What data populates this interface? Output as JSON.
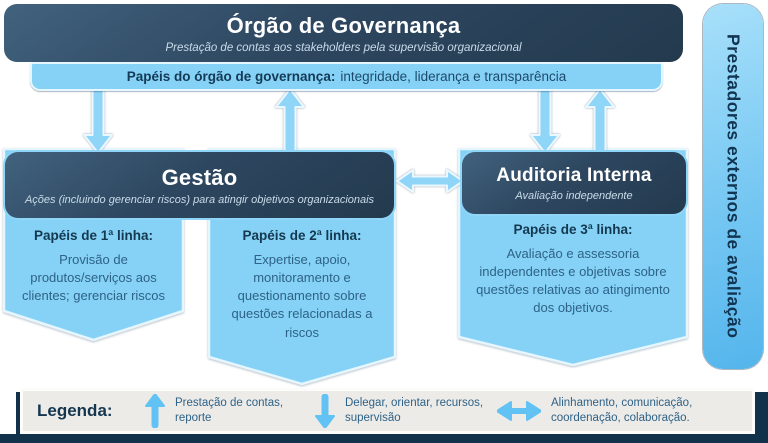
{
  "governance_box": {
    "title": "Órgão de Governança",
    "subtitle": "Prestação de contas aos stakeholders pela supervisão organizacional"
  },
  "governance_roles_banner": {
    "label_bold": "Papéis do órgão de governança:",
    "label_rest": "integridade, liderança e transparência"
  },
  "management_box": {
    "title": "Gestão",
    "subtitle": "Ações (incluindo gerenciar riscos) para atingir objetivos organizacionais"
  },
  "internal_audit_box": {
    "title": "Auditoria Interna",
    "subtitle": "Avaliação independente"
  },
  "line_panels": [
    {
      "heading": "Papéis de 1ª linha:",
      "body": "Provisão de produtos/serviços aos clientes; gerenciar riscos"
    },
    {
      "heading": "Papéis de 2ª linha:",
      "body": "Expertise, apoio, monitoramento e questionamento sobre questões relacionadas a riscos"
    },
    {
      "heading": "Papéis de 3ª linha:",
      "body": "Avaliação e assessoria independentes e objetivas sobre questões relativas ao atingimento dos objetivos."
    }
  ],
  "external_providers_bar": {
    "label": "Prestadores externos de avaliação"
  },
  "legend": {
    "title": "Legenda:",
    "items": [
      {
        "icon": "arrow-up-icon",
        "label": "Prestação de contas, reporte"
      },
      {
        "icon": "arrow-down-icon",
        "label": "Delegar, orientar, recursos, supervisão"
      },
      {
        "icon": "arrow-left-right-icon",
        "label": "Alinhamento, comunicação, coordenação, colaboração."
      }
    ]
  },
  "colors": {
    "dark_navy": "#12314b",
    "box_gradient_start": "#41627e",
    "box_gradient_end": "#233a4e",
    "light_blue": "#85d2f6",
    "arrow_blue": "#8ed5f8",
    "legend_arrow_blue": "#61c2f3",
    "legend_bg": "#edebe8",
    "heading_text": "#14384f",
    "body_text": "#2e6287"
  }
}
